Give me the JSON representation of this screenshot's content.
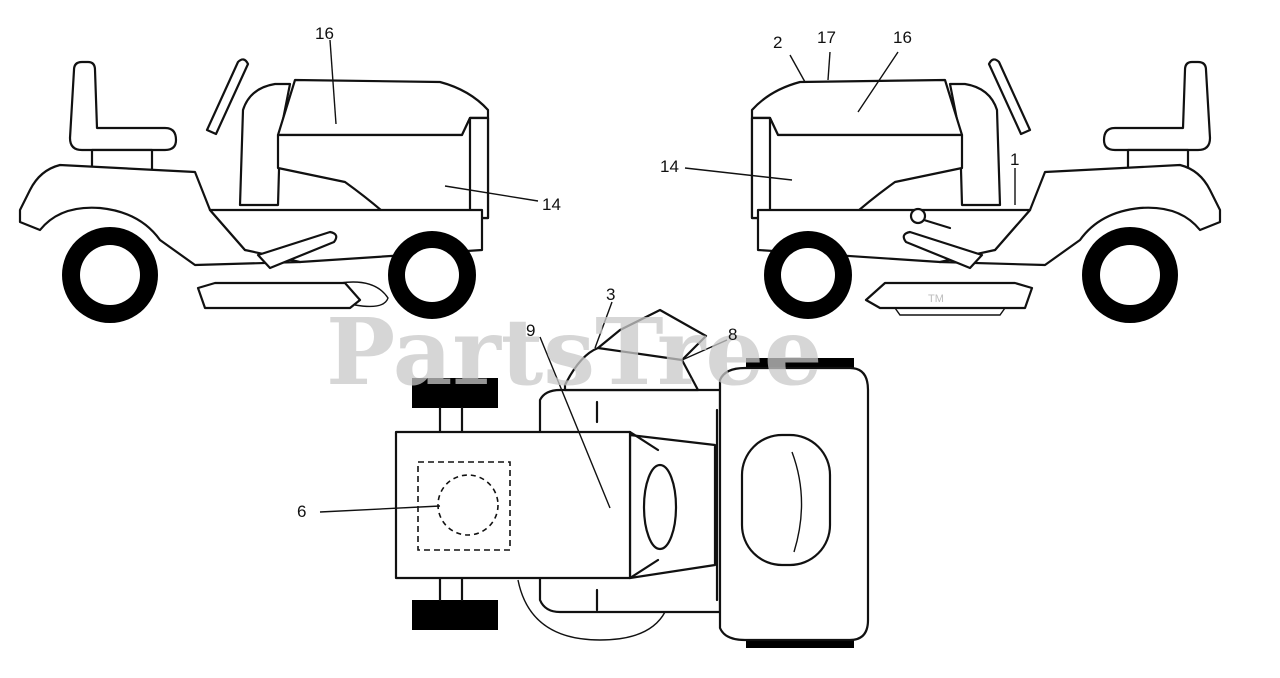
{
  "watermark": {
    "text": "PartsTree",
    "trademark": "TM"
  },
  "callouts": {
    "left_16": "16",
    "left_14": "14",
    "right_2": "2",
    "right_17": "17",
    "right_16": "16",
    "right_14": "14",
    "right_1": "1",
    "top_3": "3",
    "top_9": "9",
    "top_8": "8",
    "top_6": "6"
  }
}
